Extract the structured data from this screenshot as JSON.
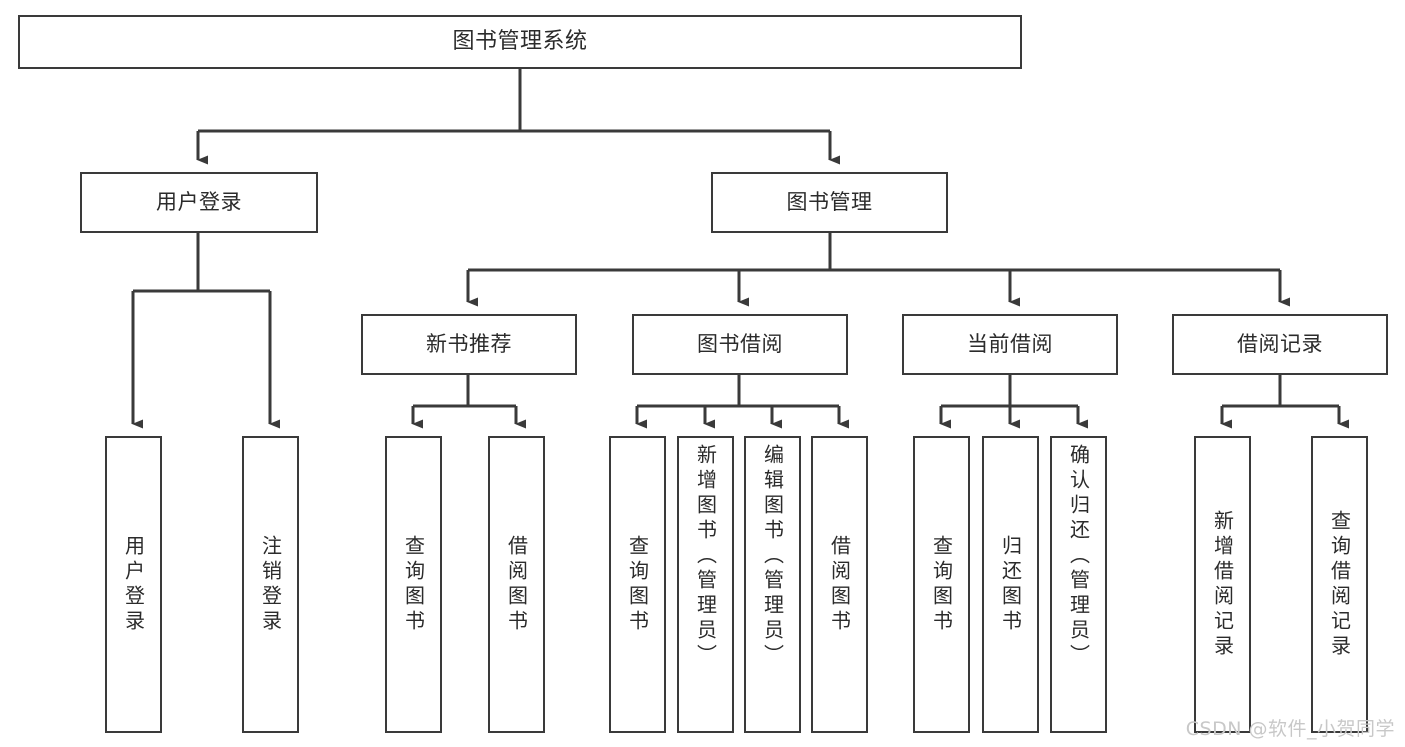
{
  "diagram": {
    "title": "图书管理系统",
    "root": {
      "label": "图书管理系统"
    },
    "level2": [
      {
        "label": "用户登录"
      },
      {
        "label": "图书管理"
      }
    ],
    "level3": [
      {
        "label": "新书推荐"
      },
      {
        "label": "图书借阅"
      },
      {
        "label": "当前借阅"
      },
      {
        "label": "借阅记录"
      }
    ],
    "leaves": {
      "user_login": [
        {
          "label": "用户登录"
        },
        {
          "label": "注销登录"
        }
      ],
      "new_book_recommend": [
        {
          "label": "查询图书"
        },
        {
          "label": "借阅图书"
        }
      ],
      "book_borrow": [
        {
          "label": "查询图书"
        },
        {
          "label": "新增图书（管理员）"
        },
        {
          "label": "编辑图书（管理员）"
        },
        {
          "label": "借阅图书"
        }
      ],
      "current_borrow": [
        {
          "label": "查询图书"
        },
        {
          "label": "归还图书"
        },
        {
          "label": "确认归还（管理员）"
        }
      ],
      "borrow_records": [
        {
          "label": "新增借阅记录"
        },
        {
          "label": "查询借阅记录"
        }
      ]
    }
  },
  "watermark": {
    "text": "CSDN @软件_小贺同学"
  },
  "colors": {
    "border": "#3a3a3a",
    "text": "#2b2b2b",
    "background": "#ffffff",
    "watermark": "#c8c8c8"
  }
}
